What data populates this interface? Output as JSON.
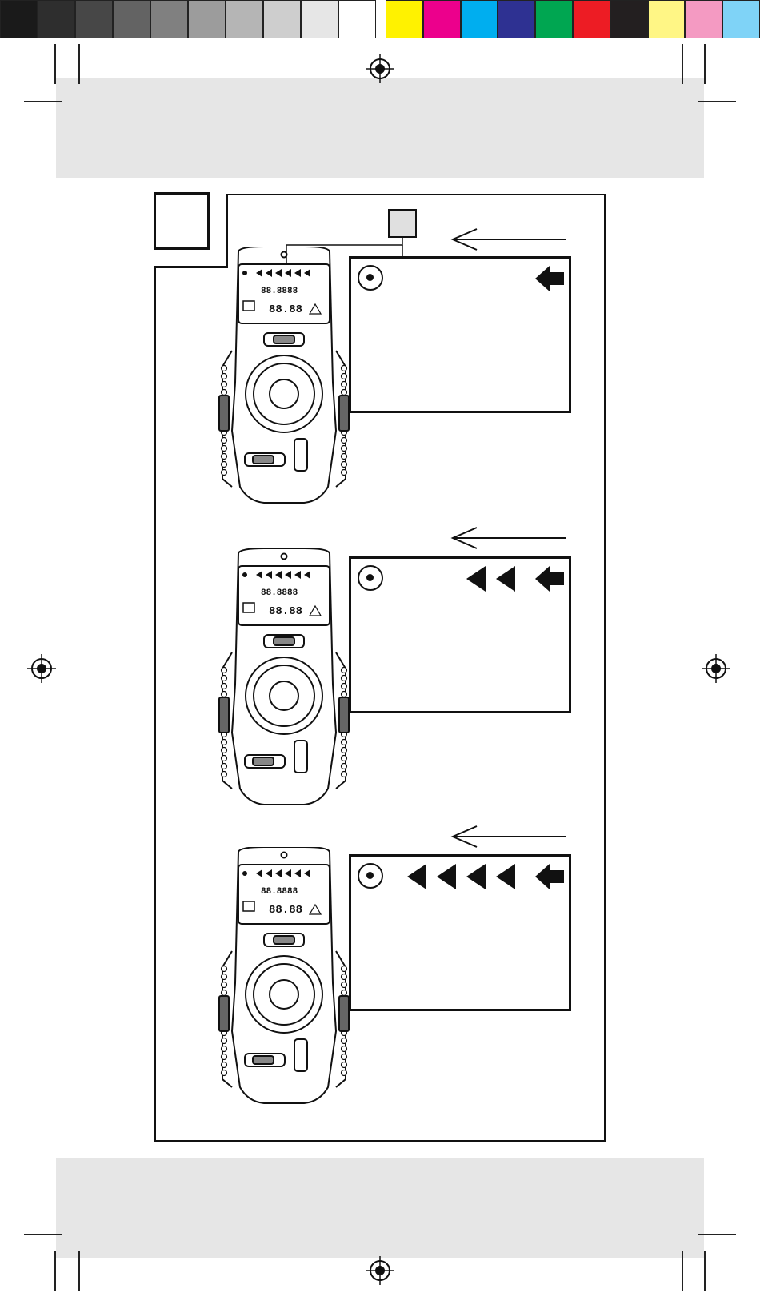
{
  "colors": {
    "grays": [
      "#1a1a1a",
      "#2e2e2e",
      "#474747",
      "#636363",
      "#808080",
      "#9c9c9c",
      "#b5b5b5",
      "#cecece",
      "#e6e6e6",
      "#ffffff"
    ],
    "process": [
      "#fff200",
      "#ec008c",
      "#00aeef",
      "#2e3192",
      "#00a651",
      "#ed1c24",
      "#231f20",
      "#fff685",
      "#f49ac2",
      "#7fd3f7"
    ],
    "line": "#111111",
    "band": "#e6e6e6"
  },
  "figure": {
    "step_label": "",
    "callout_label": ""
  },
  "panels": [
    {
      "arrow_icon": "left-arrow-icon",
      "distance_level": 1,
      "segments_total": 5
    },
    {
      "arrow_icon": "left-arrow-icon",
      "distance_level": 3,
      "segments_total": 5
    },
    {
      "arrow_icon": "left-arrow-icon",
      "distance_level": 5,
      "segments_total": 5
    }
  ],
  "device_lcd_text": {
    "top_digits": "88.8888",
    "bottom_digits": "88.88"
  }
}
